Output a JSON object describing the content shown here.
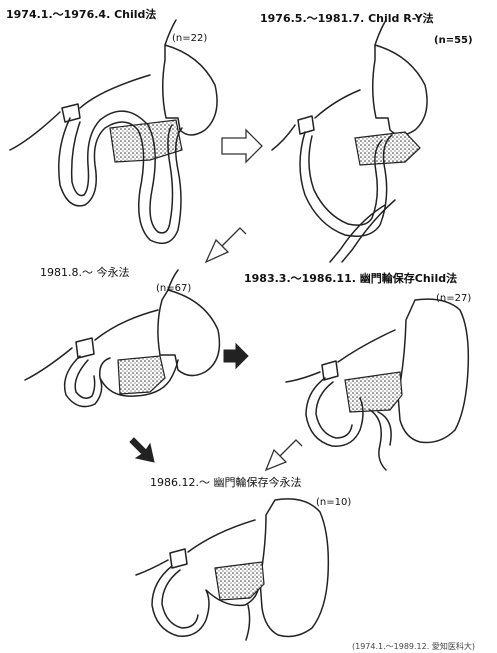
{
  "stages": [
    {
      "period": "1974.1.〜1976.4.",
      "method": "Child法",
      "n": "(n=22)"
    },
    {
      "period": "1976.5.〜1981.7.",
      "method": "Child R-Y法",
      "n": "(n=55)"
    },
    {
      "period": "1981.8.〜",
      "method": "今永法",
      "n": "(n=67)"
    },
    {
      "period": "1983.3.〜1986.11.",
      "method": "幽門輪保存Child法",
      "n": "(n=27)"
    },
    {
      "period": "1986.12.〜",
      "method": "幽門輪保存今永法",
      "n": "(n=10)"
    }
  ],
  "footnote": "(1974.1.〜1989.12. 愛知医科大)"
}
